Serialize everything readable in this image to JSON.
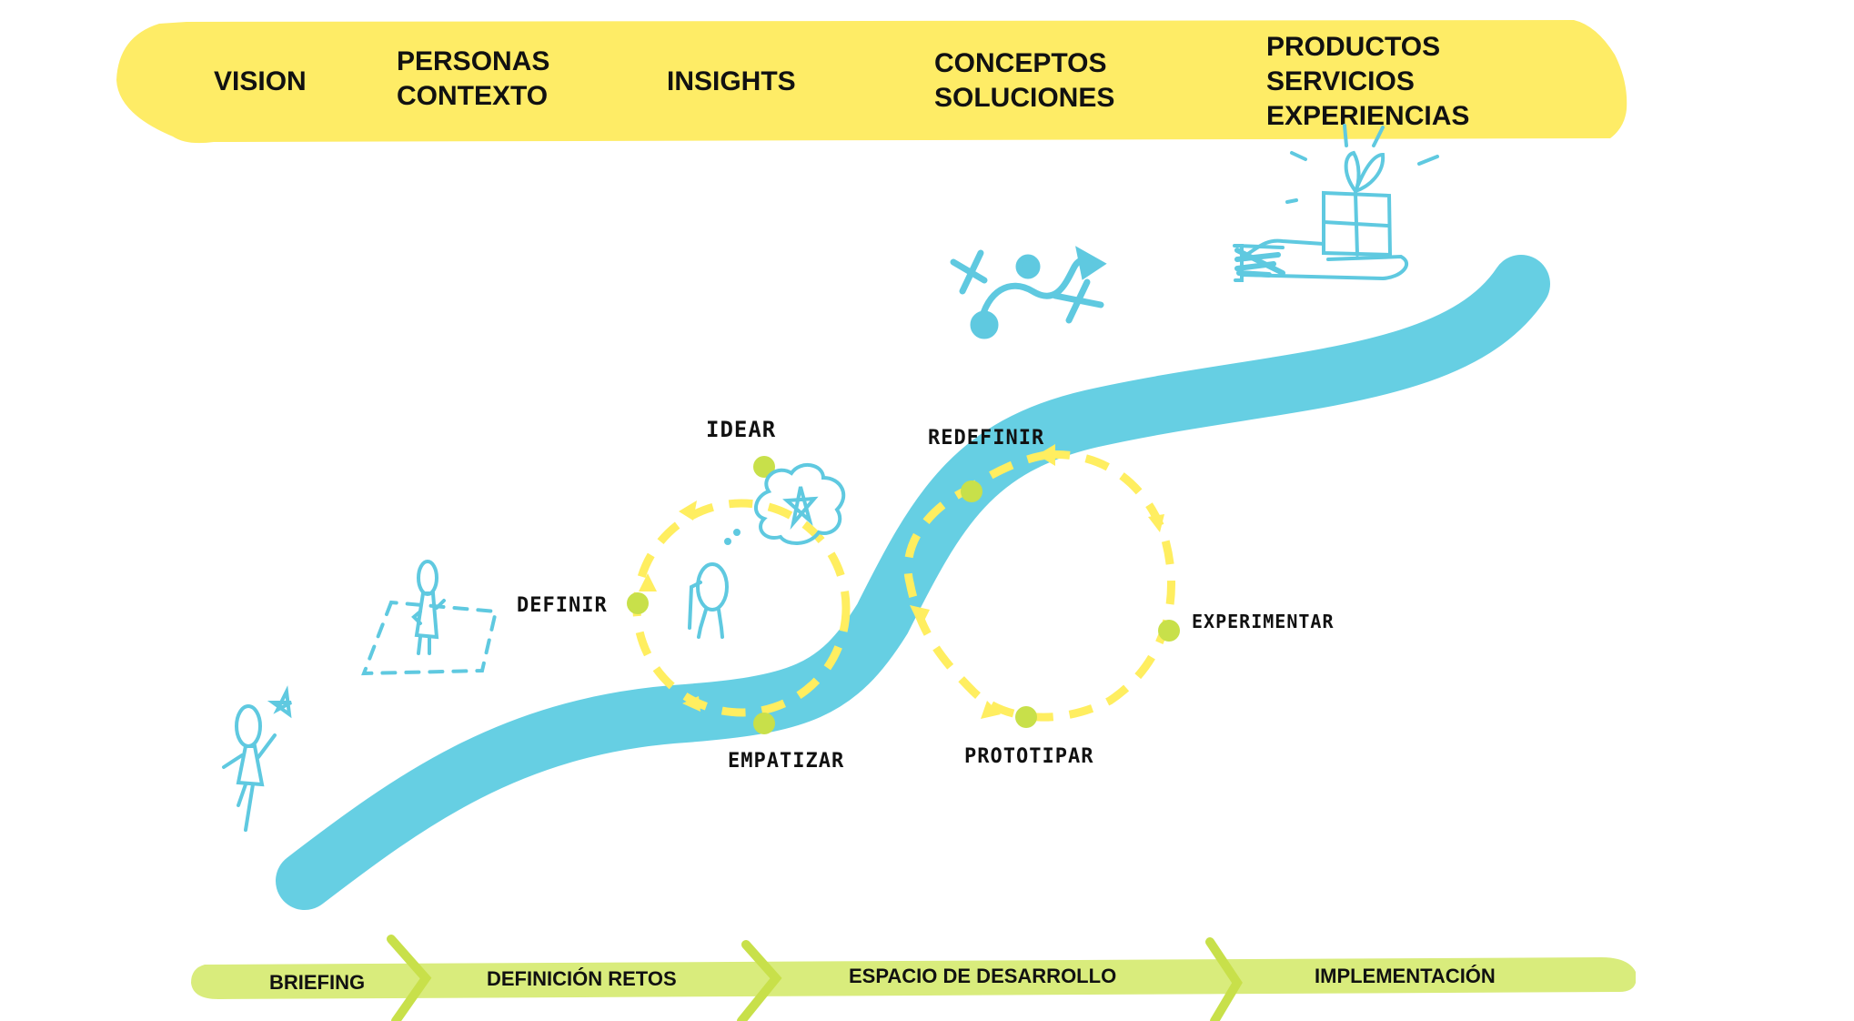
{
  "colors": {
    "top_band": "#FEEC66",
    "bottom_band": "#D9EC7C",
    "bottom_chevron": "#C8E04A",
    "river": "#66CFE3",
    "loop_dashes": "#FFEE60",
    "node_dot": "#C8E04A",
    "sketch": "#5FC9E0",
    "text": "#111111"
  },
  "top_band": {
    "items": [
      {
        "lines": [
          "VISION"
        ]
      },
      {
        "lines": [
          "PERSONAS",
          "CONTEXTO"
        ]
      },
      {
        "lines": [
          "INSIGHTS"
        ]
      },
      {
        "lines": [
          "CONCEPTOS",
          "SOLUCIONES"
        ]
      },
      {
        "lines": [
          "PRODUCTOS",
          "SERVICIOS",
          "EXPERIENCIAS"
        ]
      }
    ]
  },
  "loop_nodes": {
    "definir": "DEFINIR",
    "idear": "IDEAR",
    "empatizar": "EMPATIZAR",
    "redefinir": "REDEFINIR",
    "experimentar": "EXPERIMENTAR",
    "prototipar": "PROTOTIPAR"
  },
  "bottom_band": {
    "stages": [
      "BRIEFING",
      "DEFINICIÓN RETOS",
      "ESPACIO DE DESARROLLO",
      "IMPLEMENTACIÓN"
    ]
  },
  "icons": [
    "person-with-star-icon",
    "person-in-frame-icon",
    "thinking-person-icon",
    "thought-cloud-star-icon",
    "strategy-path-icon",
    "hand-gift-icon"
  ]
}
